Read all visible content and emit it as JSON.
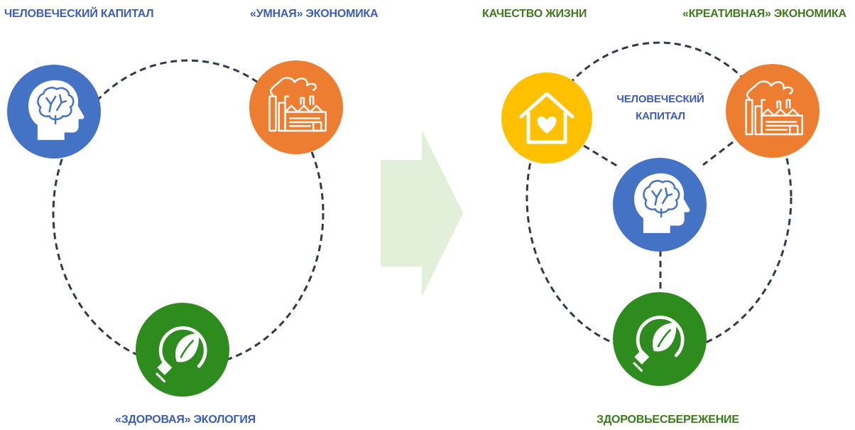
{
  "left_diagram": {
    "labels": {
      "human_capital": "ЧЕЛОВЕЧЕСКИЙ КАПИТАЛ",
      "smart_economy": "«УМНАЯ» ЭКОНОМИКА",
      "healthy_ecology": "«ЗДОРОВАЯ» ЭКОЛОГИЯ"
    },
    "icons": {
      "human_capital": "head-brain-icon",
      "smart_economy": "factory-icon",
      "healthy_ecology": "eco-leaf-plug-icon"
    }
  },
  "transition": {
    "icon": "right-arrow-icon"
  },
  "right_diagram": {
    "labels": {
      "quality_of_life": "КАЧЕСТВО ЖИЗНИ",
      "creative_economy": "«КРЕАТИВНАЯ» ЭКОНОМИКА",
      "human_capital_line1": "ЧЕЛОВЕЧЕСКИЙ",
      "human_capital_line2": "КАПИТАЛ",
      "health_saving": "ЗДОРОВЬЕСБЕРЕЖЕНИЕ"
    },
    "icons": {
      "quality_of_life": "house-heart-icon",
      "creative_economy": "factory-icon",
      "human_capital": "head-brain-icon",
      "health_saving": "eco-leaf-plug-icon"
    }
  },
  "colors": {
    "blue": "#4472c4",
    "orange": "#ed7d31",
    "green": "#2e8b1e",
    "yellow": "#ffc000",
    "arrow": "#e2efd9",
    "dashed_line": "#2f3a4a",
    "blue_text": "#3c5db5",
    "green_text": "#3d7a1c"
  }
}
